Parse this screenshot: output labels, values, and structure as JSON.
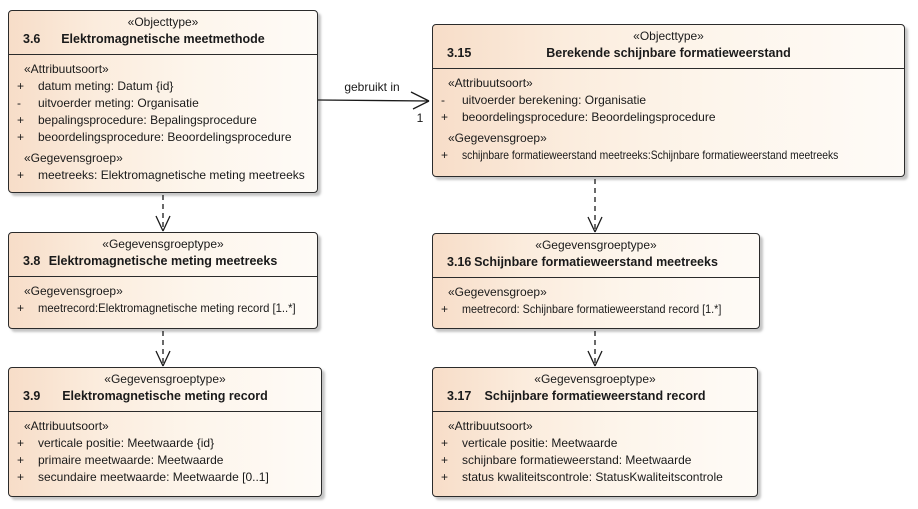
{
  "colors": {
    "box_fill_left": "#f7ddc8",
    "box_fill_right": "#fefbf7",
    "box_border": "#2b2b2b",
    "connector": "#1a1a1a",
    "background": "#ffffff"
  },
  "connectors": {
    "association_label": "gebruikt in",
    "association_multiplicity": "1"
  },
  "boxes": [
    {
      "stereotype": "«Objecttype»",
      "number": "3.6",
      "title": "Elektromagnetische meetmethode",
      "sections": [
        {
          "group": "«Attribuutsoort»",
          "rows": [
            {
              "vis": "+",
              "text": "datum meting: Datum {id}"
            },
            {
              "vis": "-",
              "text": "uitvoerder meting: Organisatie"
            },
            {
              "vis": "+",
              "text": "bepalingsprocedure: Bepalingsprocedure"
            },
            {
              "vis": "+",
              "text": "beoordelingsprocedure: Beoordelingsprocedure"
            }
          ]
        },
        {
          "group": "«Gegevensgroep»",
          "rows": [
            {
              "vis": "+",
              "text": "meetreeks: Elektromagnetische meting meetreeks"
            }
          ]
        }
      ]
    },
    {
      "stereotype": "«Objecttype»",
      "number": "3.15",
      "title": "Berekende schijnbare formatieweerstand",
      "sections": [
        {
          "group": "«Attribuutsoort»",
          "rows": [
            {
              "vis": "-",
              "text": "uitvoerder berekening: Organisatie"
            },
            {
              "vis": "+",
              "text": "beoordelingsprocedure: Beoordelingsprocedure"
            }
          ]
        },
        {
          "group": "«Gegevensgroep»",
          "rows": [
            {
              "vis": "+",
              "text": "schijnbare formatieweerstand meetreeks:Schijnbare formatieweerstand meetreeks"
            }
          ]
        }
      ]
    },
    {
      "stereotype": "«Gegevensgroeptype»",
      "number": "3.8",
      "title": "Elektromagnetische meting meetreeks",
      "sections": [
        {
          "group": "«Gegevensgroep»",
          "rows": [
            {
              "vis": "+",
              "text": "meetrecord:Elektromagnetische meting record [1..*]"
            }
          ]
        }
      ]
    },
    {
      "stereotype": "«Gegevensgroeptype»",
      "number": "3.16",
      "title": "Schijnbare formatieweerstand meetreeks",
      "sections": [
        {
          "group": "«Gegevensgroep»",
          "rows": [
            {
              "vis": "+",
              "text": "meetrecord: Schijnbare formatieweerstand record [1.*]"
            }
          ]
        }
      ]
    },
    {
      "stereotype": "«Gegevensgroeptype»",
      "number": "3.9",
      "title": "Elektromagnetische meting record",
      "sections": [
        {
          "group": "«Attribuutsoort»",
          "rows": [
            {
              "vis": "+",
              "text": "verticale positie: Meetwaarde {id}"
            },
            {
              "vis": "+",
              "text": "primaire meetwaarde: Meetwaarde"
            },
            {
              "vis": "+",
              "text": "secundaire meetwaarde: Meetwaarde [0..1]"
            }
          ]
        }
      ]
    },
    {
      "stereotype": "«Gegevensgroeptype»",
      "number": "3.17",
      "title": "Schijnbare formatieweerstand record",
      "sections": [
        {
          "group": "«Attribuutsoort»",
          "rows": [
            {
              "vis": "+",
              "text": "verticale positie: Meetwaarde"
            },
            {
              "vis": "+",
              "text": "schijnbare formatieweerstand: Meetwaarde"
            },
            {
              "vis": "+",
              "text": "status kwaliteitscontrole: StatusKwaliteitscontrole"
            }
          ]
        }
      ]
    }
  ]
}
